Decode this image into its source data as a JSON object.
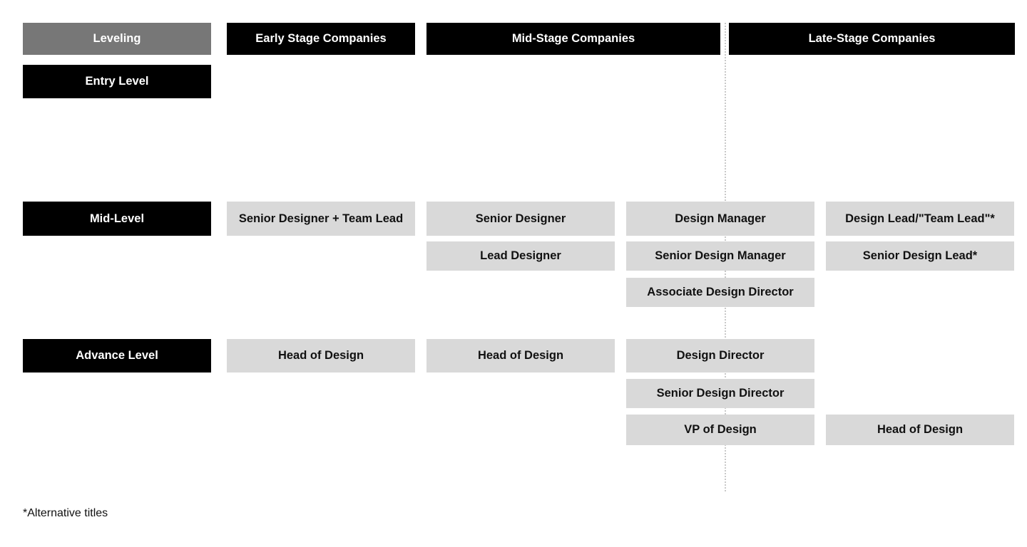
{
  "headers": {
    "leveling": "Leveling",
    "early": "Early Stage Companies",
    "mid": "Mid-Stage Companies",
    "late": "Late-Stage Companies"
  },
  "levels": {
    "entry": "Entry Level",
    "mid": "Mid-Level",
    "advance": "Advance Level"
  },
  "mid_level": {
    "early": [
      "Senior Designer + Team Lead"
    ],
    "mid_a": [
      "Senior Designer",
      "Lead Designer"
    ],
    "mid_b": [
      "Design Manager",
      "Senior Design Manager",
      "Associate Design Director"
    ],
    "late": [
      "Design Lead/\"Team Lead\"*",
      "Senior Design Lead*"
    ]
  },
  "advance_level": {
    "early": [
      "Head of Design"
    ],
    "mid_a": [
      "Head of Design"
    ],
    "mid_b": [
      "Design Director",
      "Senior Design Director",
      "VP of Design"
    ],
    "late": [
      "Head of Design"
    ]
  },
  "footnote": "*Alternative titles",
  "colors": {
    "header_black": "#000000",
    "header_grey": "#777777",
    "cell_grey": "#d9d9d9"
  }
}
